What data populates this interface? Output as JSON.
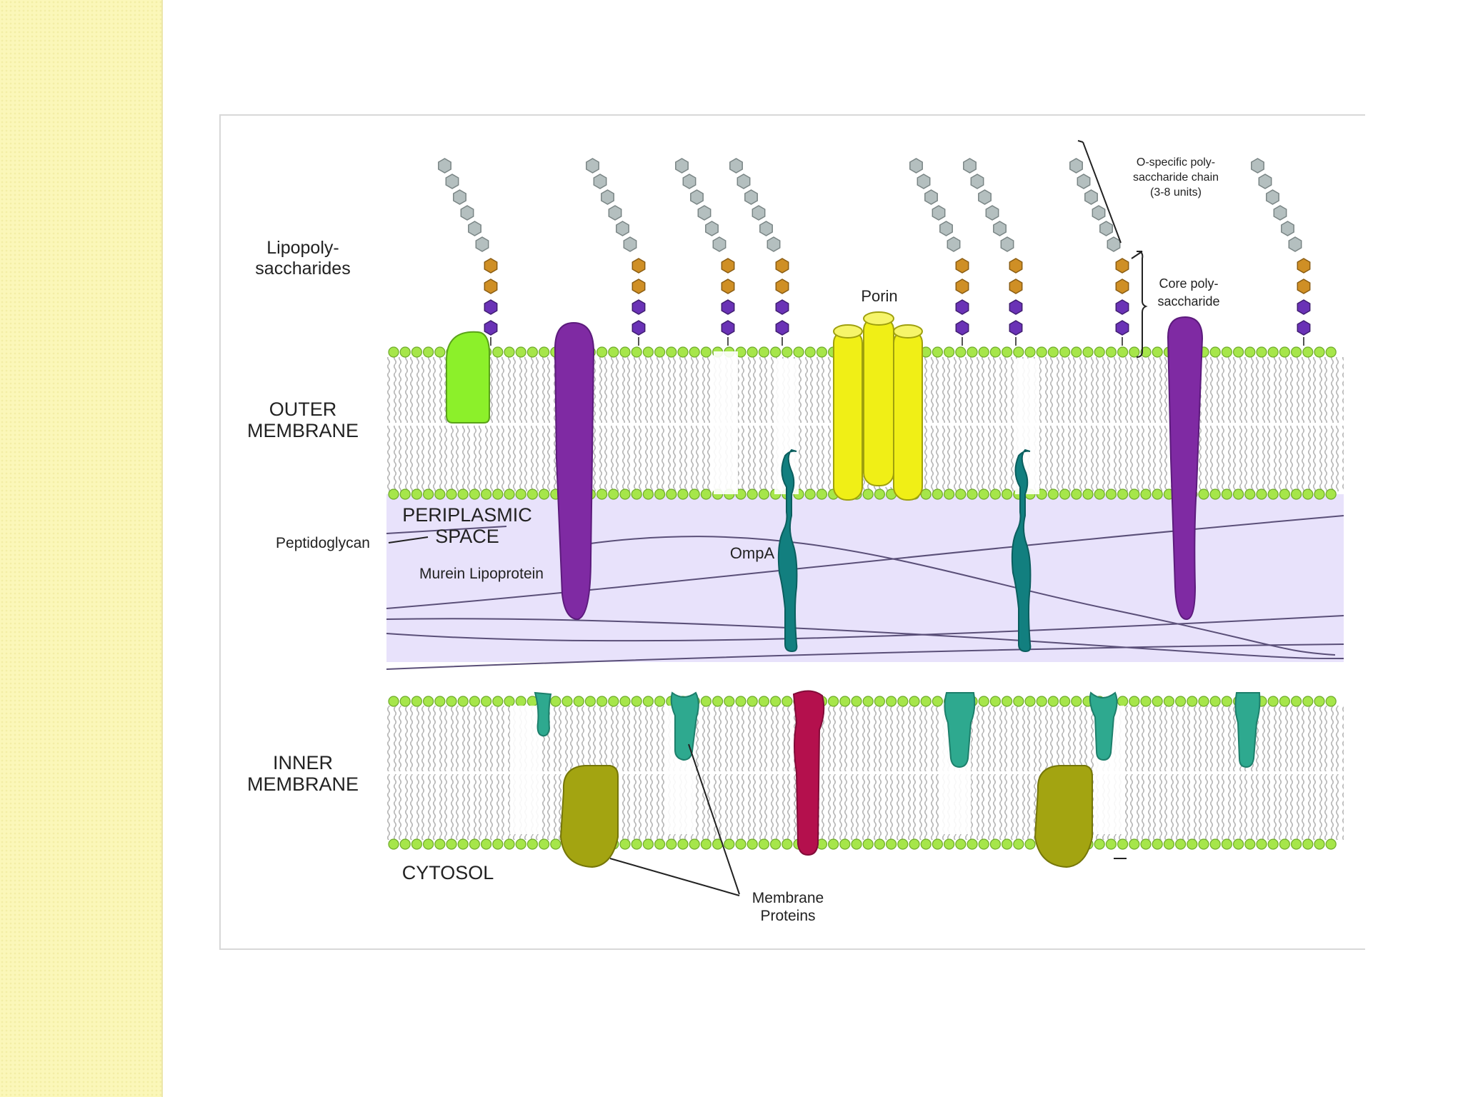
{
  "colors": {
    "slide_strip": "#fbf7b9",
    "periplasm": "#e8e2fb",
    "lipid_head": "#a6e64a",
    "lipid_tail": "#c7c7c7",
    "o_chain_unit": "#b4bfbf",
    "core_orange": "#cf8f25",
    "core_purple": "#6a32b6",
    "porin": "#f0ef16",
    "purple_protein": "#7f2aa3",
    "green_block": "#8cf02a",
    "ompa": "#127f7f",
    "membrane_teal": "#2ea98f",
    "crimson_protein": "#b4104d",
    "olive_protein": "#a3a411"
  },
  "labels": {
    "lipopolysaccharides": [
      "Lipopoly-",
      "saccharides"
    ],
    "outer_membrane": [
      "OUTER",
      "MEMBRANE"
    ],
    "periplasmic_space": [
      "PERIPLASMIC",
      "SPACE"
    ],
    "peptidoglycan": "Peptidoglycan",
    "murein_lipoprotein": "Murein Lipoprotein",
    "ompa": "OmpA",
    "porin": "Porin",
    "o_specific_chain": [
      "O-specific poly-",
      "saccharide chain",
      "(3-8 units)"
    ],
    "core_polysaccharide": [
      "Core poly-",
      "saccharide"
    ],
    "inner_membrane": [
      "INNER",
      "MEMBRANE"
    ],
    "cytosol": "CYTOSOL",
    "membrane_proteins": [
      "Membrane",
      "Proteins"
    ]
  }
}
